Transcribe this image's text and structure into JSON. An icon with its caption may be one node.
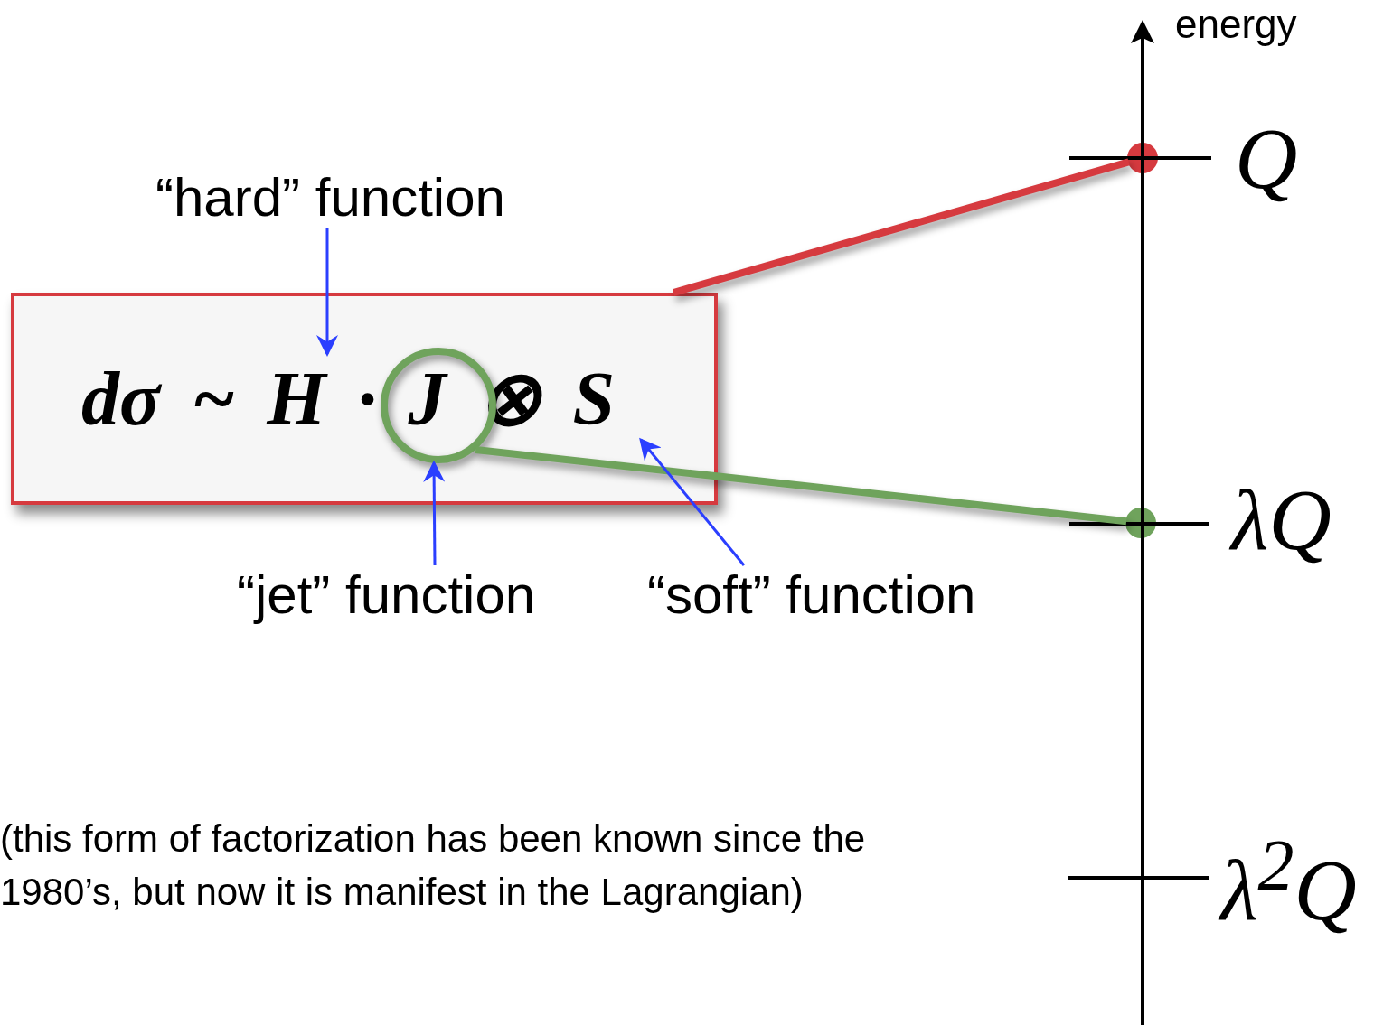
{
  "diagram": {
    "nodes": [
      {
        "text": [
          "“hard” function"
        ]
      },
      {
        "text": [
          "dσ ~ H · J ⊗ S"
        ]
      },
      {
        "text": [],
        "shape": "circle",
        "in": 1
      },
      {
        "text": [
          "“jet” function"
        ]
      },
      {
        "text": [
          "“soft” function"
        ]
      },
      {
        "text": [],
        "shape": "circle"
      },
      {
        "text": [],
        "shape": "circle"
      }
    ],
    "edges": [
      {
        "from": 1,
        "to": 5,
        "arrow": "none",
        "style": "thick",
        "color": "#d63a3f"
      },
      {
        "from": 2,
        "to": 6,
        "arrow": "none",
        "style": "thick",
        "color": "#6fa35c"
      },
      {
        "from": 0,
        "to": null,
        "arrow": "to"
      },
      {
        "from": 3,
        "to": 2,
        "arrow": "to"
      },
      {
        "from": 4,
        "to": null,
        "arrow": "to"
      }
    ],
    "labels": [
      "energy",
      "Q",
      "λQ",
      "λ$^{2}$Q",
      "(this form of factorization has been known since the 1980’s, but now it is manifest in the Lagrangian)"
    ]
  }
}
